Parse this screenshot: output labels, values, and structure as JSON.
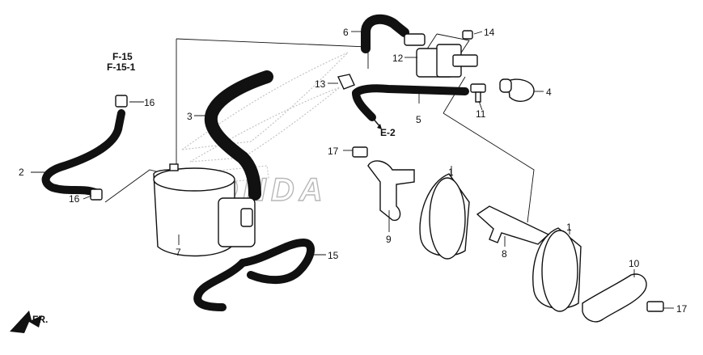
{
  "diagram": {
    "refs": {
      "f15": "F-15",
      "f151": "F-15-1",
      "e2": "E-2"
    },
    "direction_label": "FR.",
    "watermark": "HONDA",
    "colors": {
      "line": "#111111",
      "watermark": "#b8b8b8",
      "background": "#ffffff"
    },
    "callouts": {
      "c1a": "1",
      "c1b": "1",
      "c2": "2",
      "c3": "3",
      "c4": "4",
      "c5": "5",
      "c6": "6",
      "c7": "7",
      "c8": "8",
      "c9": "9",
      "c10": "10",
      "c11": "11",
      "c12": "12",
      "c13": "13",
      "c14": "14",
      "c15": "15",
      "c16a": "16",
      "c16b": "16",
      "c17a": "17",
      "c17b": "17"
    }
  }
}
